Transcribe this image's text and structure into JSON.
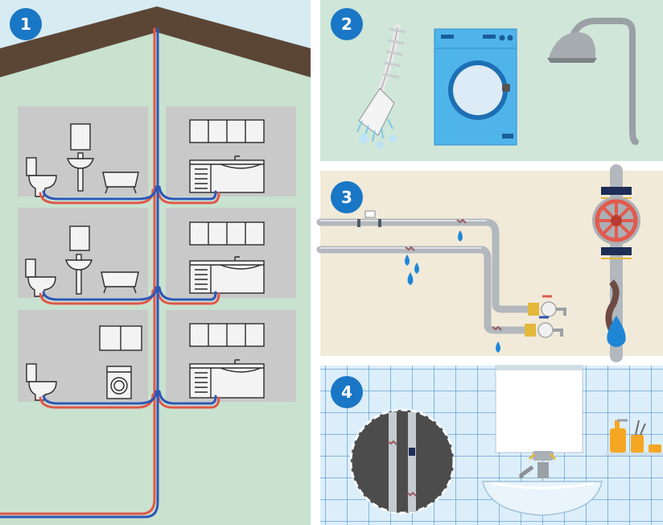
{
  "panels": [
    {
      "id": "house-piping",
      "badge": "1"
    },
    {
      "id": "household-appliances",
      "badge": "2"
    },
    {
      "id": "leaking-pipes",
      "badge": "3"
    },
    {
      "id": "bathroom-wall",
      "badge": "4"
    }
  ],
  "colors": {
    "house_wall": "#c8e2cf",
    "sky": "#d7ebf3",
    "roof": "#5b4636",
    "room": "#c9c9c9",
    "hot_pipe": "#e0584a",
    "cold_pipe": "#2f57b8",
    "badge": "#1a77c5",
    "panel2_bg": "#cfe6d8",
    "panel3_bg": "#f1ead9",
    "panel4_bg": "#dceefa",
    "water_drop": "#1f86d6",
    "valve": "#e25a4e"
  },
  "icons": [
    "toilet-icon",
    "sink-icon",
    "bathtub-icon",
    "kitchen-cabinet-icon",
    "washing-machine-icon",
    "bottle-brush-icon",
    "shower-head-icon",
    "water-drop-icon",
    "valve-wheel-icon",
    "faucet-icon",
    "soap-dispenser-icon"
  ]
}
